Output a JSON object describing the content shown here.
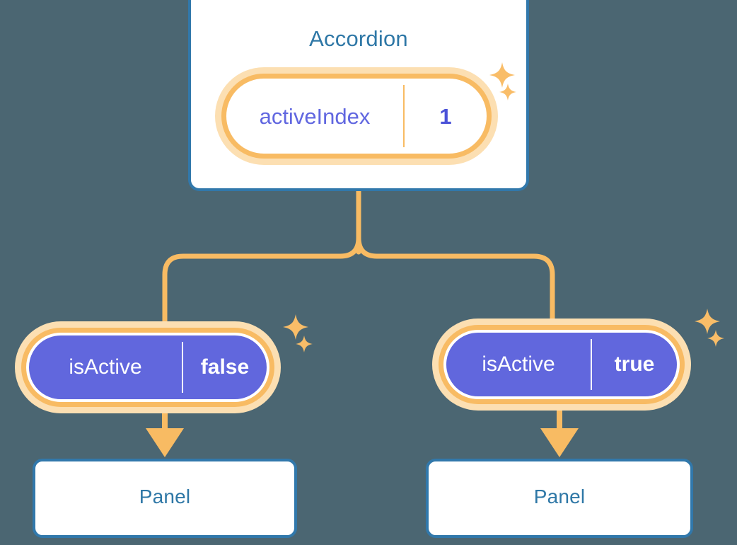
{
  "theme": {
    "background": "#4b6672",
    "card_border": "#3178ab",
    "title_color": "#2e77a6",
    "accent_orange": "#f8bb63",
    "accent_orange_glow": "#fcdfb2",
    "pill_purple": "#6167dd",
    "pill_text_purple": "#6167e0",
    "white": "#ffffff"
  },
  "diagram": {
    "type": "component-tree",
    "root": {
      "title": "Accordion",
      "state": {
        "key": "activeIndex",
        "value": "1"
      }
    },
    "children": [
      {
        "prop": {
          "key": "isActive",
          "value": "false"
        },
        "component": {
          "title": "Panel"
        }
      },
      {
        "prop": {
          "key": "isActive",
          "value": "true"
        },
        "component": {
          "title": "Panel"
        }
      }
    ]
  },
  "icons": {
    "sparkle_large": "sparkle-four-point-large",
    "sparkle_small": "sparkle-four-point-small",
    "arrow_down": "arrow-down"
  }
}
